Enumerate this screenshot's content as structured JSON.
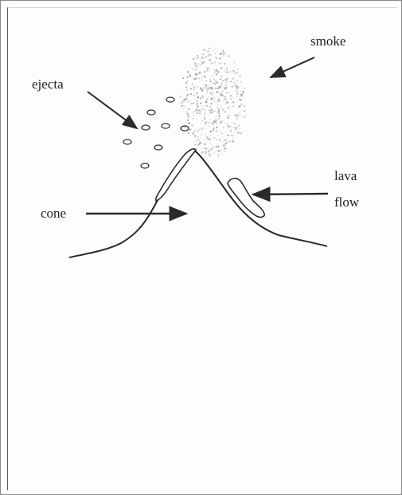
{
  "diagram": {
    "labels": {
      "smoke": "smoke",
      "ejecta": "ejecta",
      "cone": "cone",
      "lava_line1": "lava",
      "lava_line2": "flow"
    },
    "colors": {
      "line": "#2a2a2a",
      "smoke": "#9a9a9a",
      "text": "#222222"
    }
  }
}
